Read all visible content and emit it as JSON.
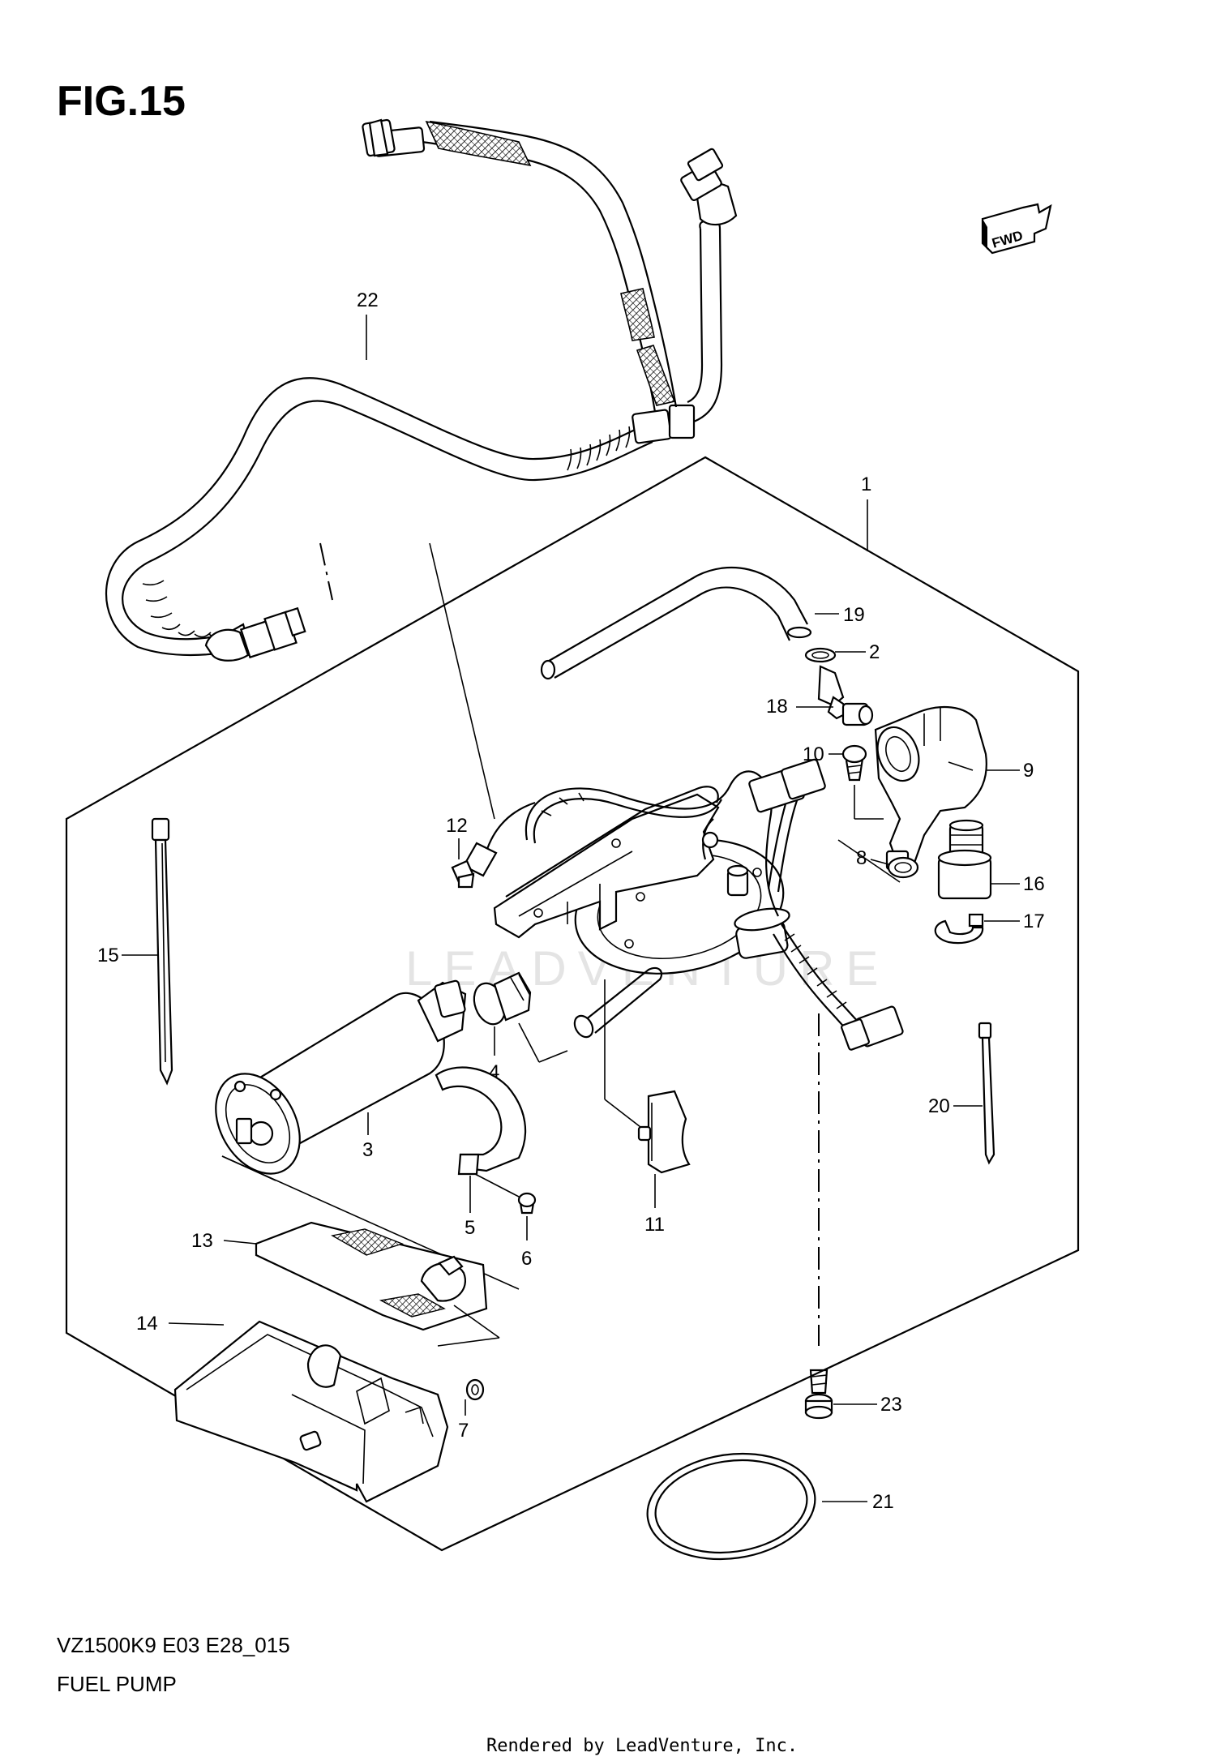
{
  "figure": {
    "title": "FIG.15"
  },
  "fwd_badge": {
    "label": "FWD"
  },
  "model_code": "VZ1500K9 E03 E28_015",
  "diagram_title": "FUEL PUMP",
  "rendered_by": "Rendered by LeadVenture, Inc.",
  "watermark": "LEADVENTURE",
  "callouts": {
    "c1": "1",
    "c2": "2",
    "c3": "3",
    "c4": "4",
    "c5": "5",
    "c6": "6",
    "c7": "7",
    "c8": "8",
    "c9": "9",
    "c10": "10",
    "c11": "11",
    "c12": "12",
    "c13": "13",
    "c14": "14",
    "c15": "15",
    "c16": "16",
    "c17": "17",
    "c18": "18",
    "c19": "19",
    "c20": "20",
    "c21": "21",
    "c22": "22",
    "c23": "23"
  }
}
